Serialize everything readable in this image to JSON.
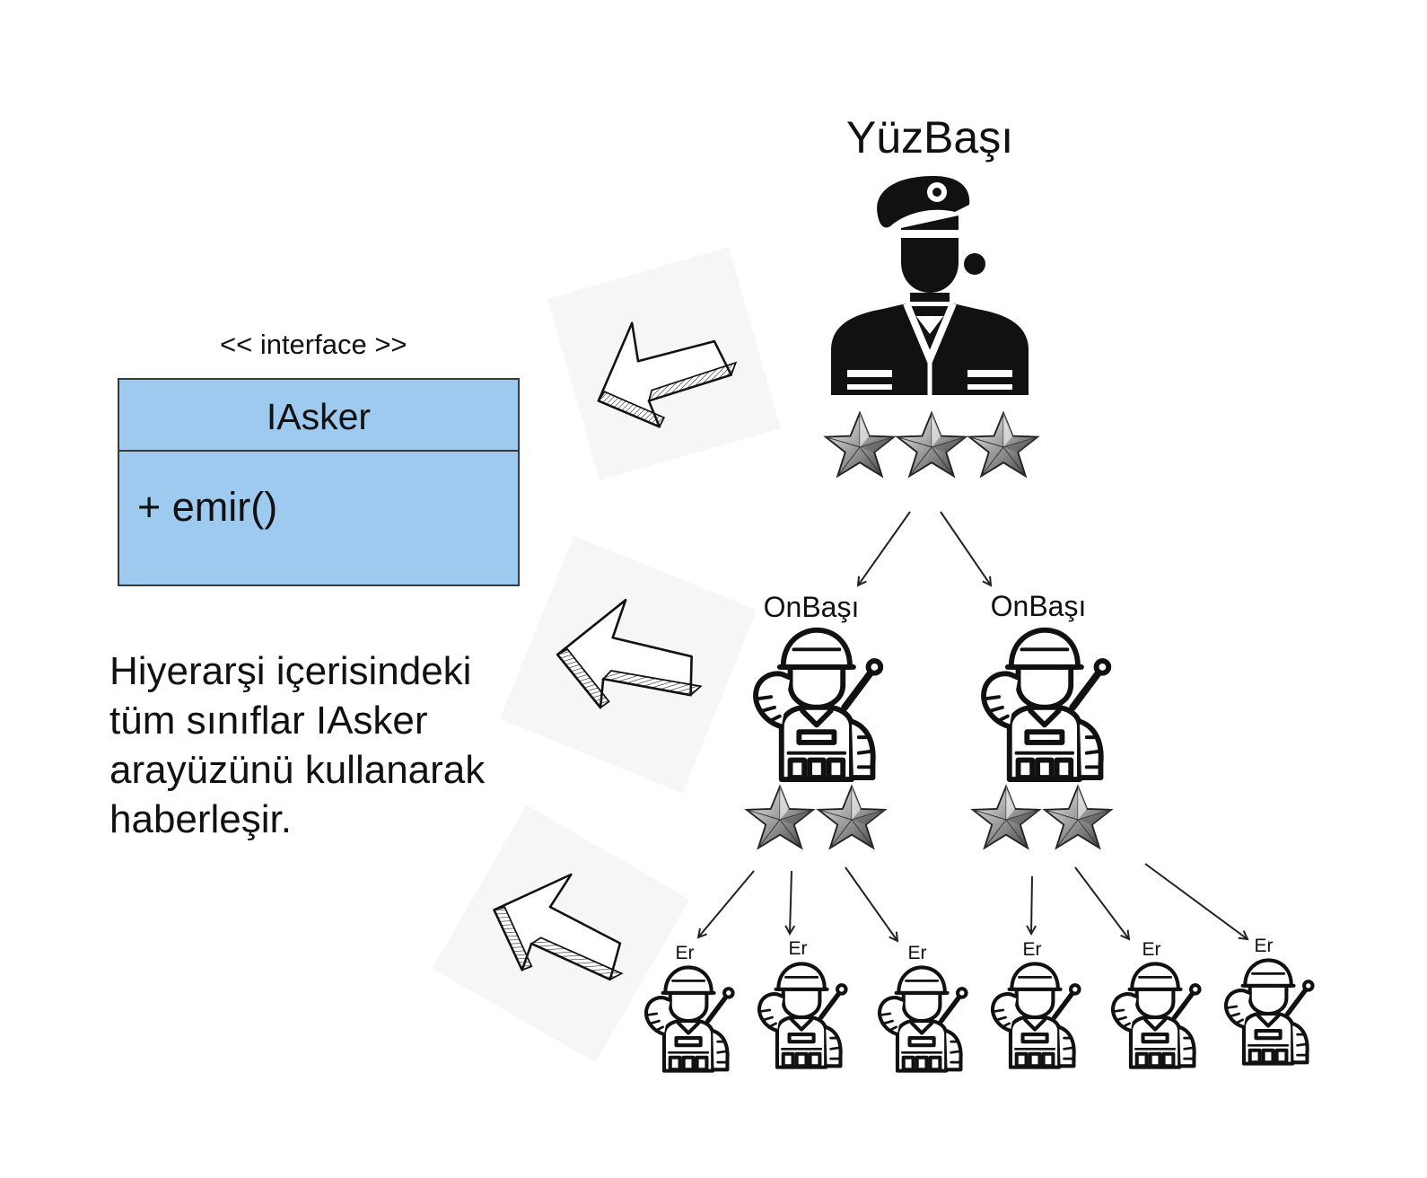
{
  "interface": {
    "stereotype": "<< interface >>",
    "name": "IAsker",
    "method": "+ emir()"
  },
  "description": {
    "lines": [
      "Hiyerarşi içerisindeki",
      "tüm sınıflar IAsker",
      "arayüzünü kullanarak",
      "haberleşir."
    ]
  },
  "hierarchy": {
    "captain": {
      "label": "YüzBaşı",
      "stars": 3
    },
    "corporals": [
      {
        "label": "OnBaşı",
        "stars": 2
      },
      {
        "label": "OnBaşı",
        "stars": 2
      }
    ],
    "privates": [
      {
        "label": "Er"
      },
      {
        "label": "Er"
      },
      {
        "label": "Er"
      },
      {
        "label": "Er"
      },
      {
        "label": "Er"
      },
      {
        "label": "Er"
      }
    ]
  },
  "icons": [
    "captain-icon",
    "saluting-soldier-icon",
    "star-icon",
    "sketch-arrow-icon"
  ],
  "colors": {
    "interface_fill": "#9ecaf0",
    "border": "#3a3a3a",
    "ink": "#111111"
  }
}
